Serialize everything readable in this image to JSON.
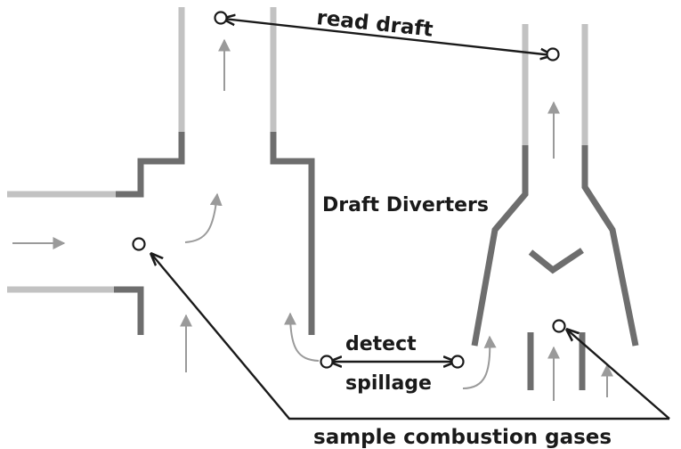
{
  "labels": {
    "read_draft": "read draft",
    "draft_diverters": "Draft Diverters",
    "detect": "detect",
    "spillage": "spillage",
    "sample": "sample combustion gases"
  },
  "colors": {
    "light_wall": "#c2c2c2",
    "dark_wall": "#6e6e6e",
    "flow_arrow": "#9a9a9a",
    "line": "#1a1a1a"
  }
}
